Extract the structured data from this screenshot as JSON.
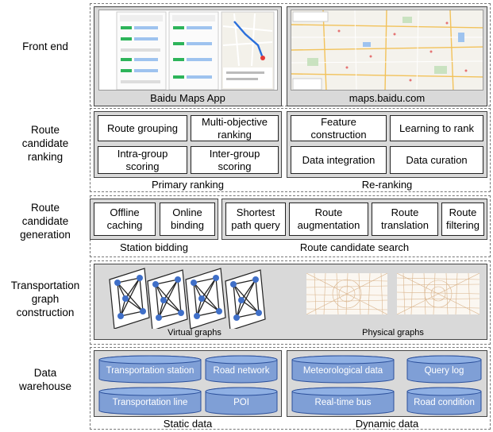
{
  "layers": {
    "front_end": "Front end",
    "ranking": "Route\ncandidate\nranking",
    "generation": "Route\ncandidate\ngeneration",
    "graph": "Transportation\ngraph\nconstruction",
    "warehouse": "Data\nwarehouse"
  },
  "front_end": {
    "app_caption": "Baidu Maps App",
    "web_caption": "maps.baidu.com"
  },
  "ranking": {
    "primary": {
      "caption": "Primary ranking",
      "boxes": [
        "Route grouping",
        "Multi-objective\nranking",
        "Intra-group\nscoring",
        "Inter-group\nscoring"
      ]
    },
    "rerank": {
      "caption": "Re-ranking",
      "boxes": [
        "Feature\nconstruction",
        "Learning to rank",
        "Data integration",
        "Data curation"
      ]
    }
  },
  "generation": {
    "bidding": {
      "caption": "Station bidding",
      "boxes": [
        "Offline\ncaching",
        "Online\nbinding"
      ]
    },
    "search": {
      "caption": "Route candidate search",
      "boxes": [
        "Shortest\npath query",
        "Route\naugmentation",
        "Route\ntranslation",
        "Route\nfiltering"
      ]
    }
  },
  "graph": {
    "virtual_caption": "Virtual graphs",
    "physical_caption": "Physical graphs"
  },
  "warehouse": {
    "static": {
      "caption": "Static data",
      "items": [
        "Transportation station",
        "Road network",
        "Transportation line",
        "POI"
      ]
    },
    "dynamic": {
      "caption": "Dynamic data",
      "items": [
        "Meteorological data",
        "Query log",
        "Real-time bus",
        "Road condition"
      ]
    }
  },
  "colors": {
    "panel": "#d9d9d9",
    "cylinder": "#7f9fd6",
    "node": "#3f6fc8"
  }
}
